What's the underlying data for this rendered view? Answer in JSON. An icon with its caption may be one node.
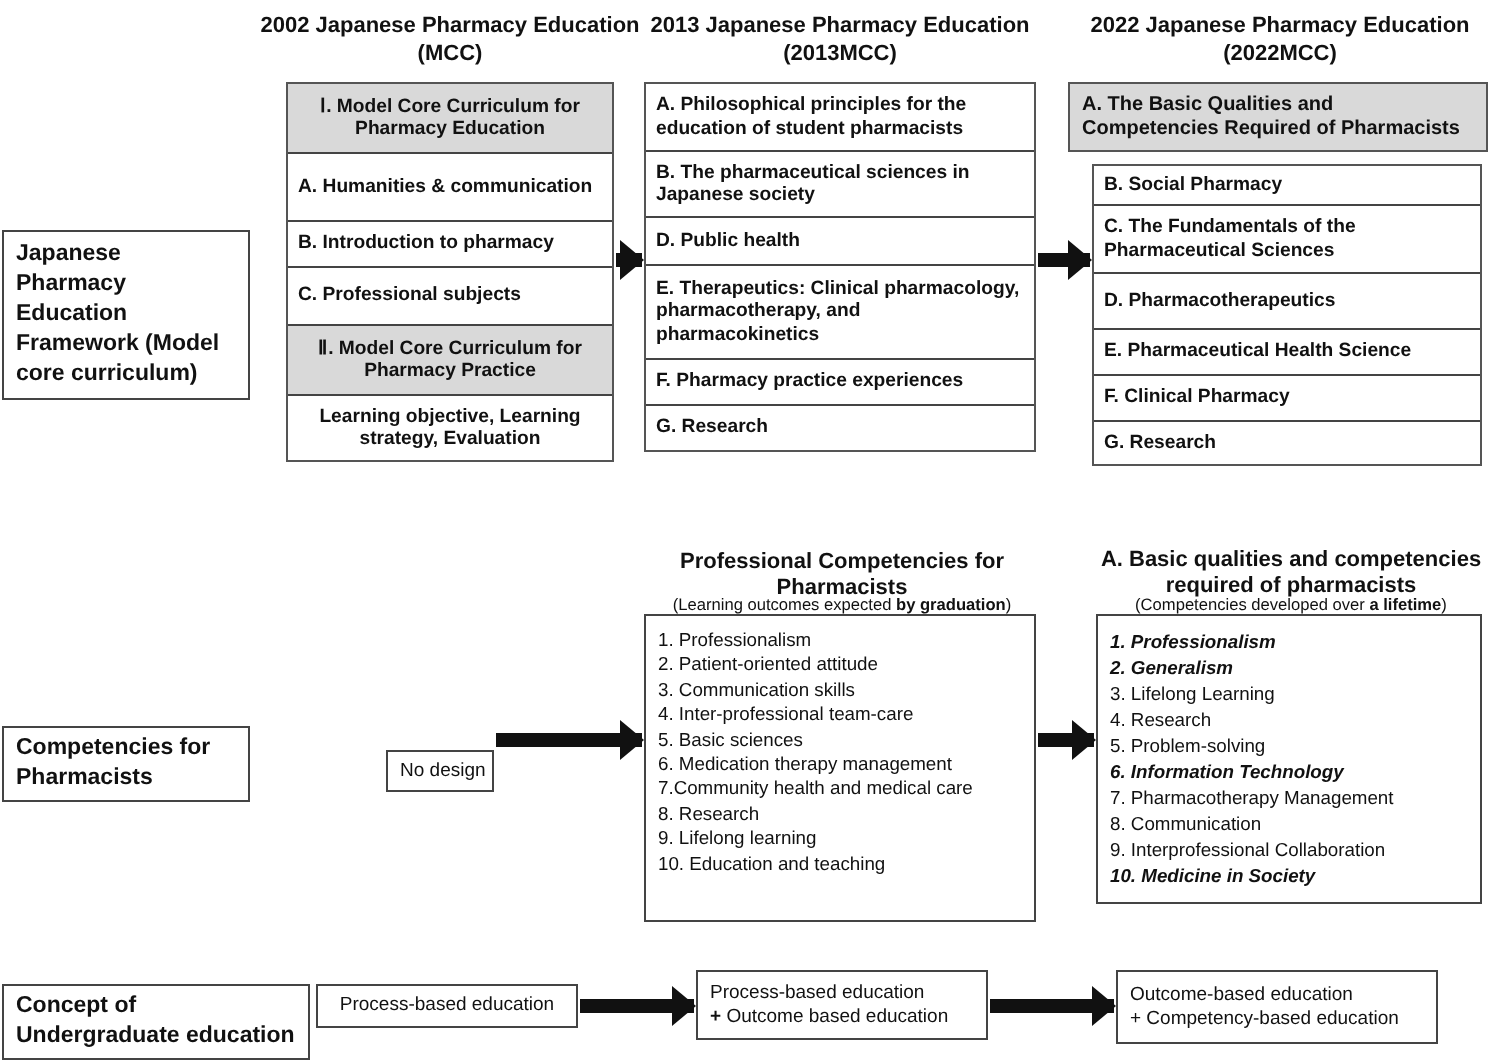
{
  "diagram": {
    "nodes": [
      {
        "text": [
          "Japanese Pharmacy Education Framework (Model core curriculum)"
        ]
      },
      {
        "text": [],
        "shape": "box"
      },
      {
        "text": [
          "Ⅰ. Model Core Curriculum for Pharmacy Education"
        ],
        "in": 1
      },
      {
        "text": [
          "A. Humanities & communication"
        ],
        "in": 1
      },
      {
        "text": [
          "B. Introduction to pharmacy"
        ],
        "in": 1
      },
      {
        "text": [
          "C. Professional subjects"
        ],
        "in": 1
      },
      {
        "text": [
          "Ⅱ. Model Core Curriculum for Pharmacy Practice"
        ],
        "in": 1
      },
      {
        "text": [
          "Learning objective, Learning strategy, Evaluation"
        ],
        "in": 1
      },
      {
        "text": [],
        "shape": "box"
      },
      {
        "text": [
          "A. Philosophical principles for the education of student pharmacists"
        ],
        "in": 8
      },
      {
        "text": [
          "B. The pharmaceutical sciences in Japanese society"
        ],
        "in": 8
      },
      {
        "text": [
          "D. Public health"
        ],
        "in": 8
      },
      {
        "text": [
          "E. Therapeutics: Clinical pharmacology, pharmacotherapy, and pharmacokinetics"
        ],
        "in": 8
      },
      {
        "text": [
          "F. Pharmacy practice experiences"
        ],
        "in": 8
      },
      {
        "text": [
          "G. Research"
        ],
        "in": 8
      },
      {
        "text": [
          "A. The Basic Qualities and Competencies Required of Pharmacists"
        ]
      },
      {
        "text": [],
        "shape": "box"
      },
      {
        "text": [
          "B. Social Pharmacy"
        ],
        "in": 16
      },
      {
        "text": [
          "C. The Fundamentals of the Pharmaceutical Sciences"
        ],
        "in": 16
      },
      {
        "text": [
          "D. Pharmacotherapeutics"
        ],
        "in": 16
      },
      {
        "text": [
          "E. Pharmaceutical Health Science"
        ],
        "in": 16
      },
      {
        "text": [
          "F. Clinical Pharmacy"
        ],
        "in": 16
      },
      {
        "text": [
          "G. Research"
        ],
        "in": 16
      },
      {
        "text": [
          "Competencies for Pharmacists"
        ]
      },
      {
        "text": [
          "No design"
        ]
      },
      {
        "text": [
          "Professional Competencies for Pharmacists",
          "(Learning outcomes expected **by graduation**)",
          "1. Professionalism",
          "2. Patient-oriented attitude",
          "3. Communication skills",
          "4. Inter-professional team-care",
          "5. Basic sciences",
          "6. Medication therapy management",
          "7.Community health and medical care",
          "8. Research",
          "9. Lifelong learning",
          "10. Education and teaching"
        ]
      },
      {
        "text": [
          "A. Basic qualities and competencies required of pharmacists",
          "(Competencies developed over **a lifetime**)",
          "1. Professionalism",
          "2. Generalism",
          "3. Lifelong Learning",
          "4. Research",
          "5. Problem-solving",
          "6. Information Technology",
          "7. Pharmacotherapy Management",
          "8. Communication",
          "9. Interprofessional Collaboration",
          "10. Medicine in Society"
        ]
      },
      {
        "text": [
          "Concept of Undergraduate education"
        ]
      },
      {
        "text": [
          "Process-based education"
        ]
      },
      {
        "text": [
          "Process-based education",
          "**+** Outcome based education"
        ]
      },
      {
        "text": [
          "Outcome-based education",
          "+ Competency-based education"
        ]
      }
    ],
    "edges": [
      {
        "from": 1,
        "to": 8,
        "arrow": "to"
      },
      {
        "from": 8,
        "to": 16,
        "arrow": "to"
      },
      {
        "from": 24,
        "to": 25,
        "arrow": "to"
      },
      {
        "from": 25,
        "to": 26,
        "arrow": "to"
      },
      {
        "from": 28,
        "to": 29,
        "arrow": "to"
      },
      {
        "from": 29,
        "to": 30,
        "arrow": "to"
      }
    ],
    "labels": [
      "2002 Japanese Pharmacy Education (MCC)",
      "2013 Japanese Pharmacy Education (2013MCC)",
      "2022 Japanese Pharmacy Education (2022MCC)"
    ]
  }
}
